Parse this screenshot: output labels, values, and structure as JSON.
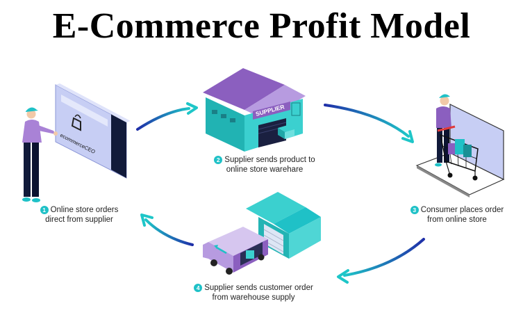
{
  "title": "E-Commerce Profit Model",
  "colors": {
    "accent_teal": "#1fc1c7",
    "arrow_start": "#1f2fa8",
    "arrow_end": "#1ec6c8",
    "purple": "#8b5fbf",
    "light_purple": "#b79be0",
    "navy": "#111a3a",
    "screen_blue": "#c7cef4"
  },
  "store_logo_text": "ecommerceCEO",
  "warehouse_sign": "SUPPLIER",
  "steps": [
    {
      "number": "1",
      "line1": "Online store orders",
      "line2": "direct from supplier",
      "icon": "person-at-screen-icon"
    },
    {
      "number": "2",
      "line1": "Supplier sends product to",
      "line2": "online store warehare",
      "icon": "supplier-warehouse-icon"
    },
    {
      "number": "3",
      "line1": "Consumer places order",
      "line2": "from online store",
      "icon": "shopping-laptop-icon"
    },
    {
      "number": "4",
      "line1": "Supplier sends customer order",
      "line2": "from warehouse supply",
      "icon": "delivery-van-icon"
    }
  ]
}
